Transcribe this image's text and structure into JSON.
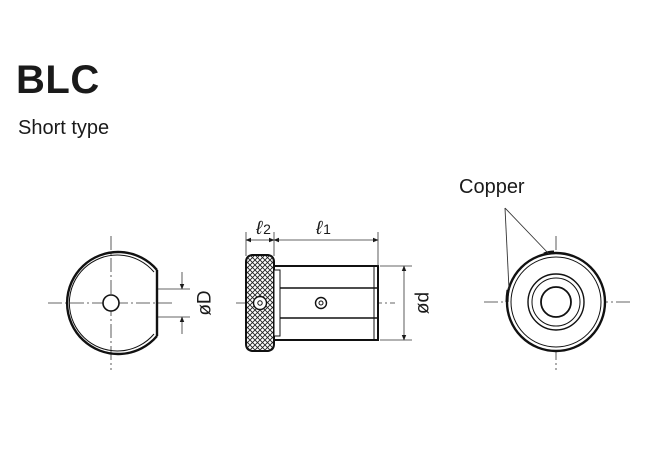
{
  "header": {
    "title": "BLC",
    "subtitle": "Short type"
  },
  "labels": {
    "copper": "Copper",
    "l2_base": "ℓ",
    "l2_sub": "2",
    "l1_base": "ℓ",
    "l1_sub": "1",
    "dia_D": "øD",
    "dia_d": "ød"
  }
}
